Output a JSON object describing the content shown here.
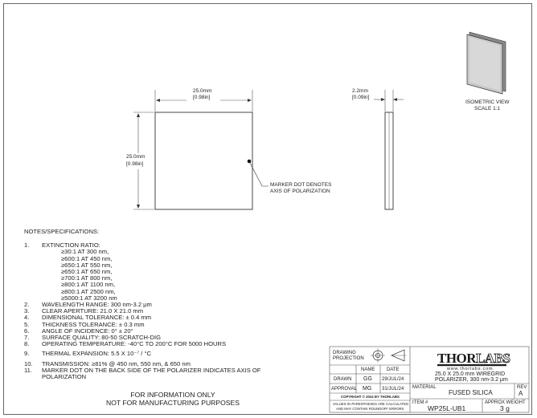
{
  "dimensions": {
    "front_width_mm": "25.0mm",
    "front_width_in": "[0.98in]",
    "front_height_mm": "25.0mm",
    "front_height_in": "[0.98in]",
    "side_thickness_mm": "2.2mm",
    "side_thickness_in": "[0.09in]"
  },
  "callout": {
    "line1": "MARKER DOT DENOTES",
    "line2": "AXIS OF POLARIZATION"
  },
  "isometric": {
    "label1": "ISOMETRIC VIEW",
    "label2": "SCALE 1:1"
  },
  "notes": {
    "header": "NOTES/SPECIFICATIONS:",
    "items": [
      {
        "num": "1.",
        "text": "EXTINCTION RATIO:"
      },
      {
        "num": "2.",
        "text": "WAVELENGTH RANGE: 300 nm-3.2 μm"
      },
      {
        "num": "3.",
        "text": "CLEAR APERTURE: 21.0 X 21.0 mm"
      },
      {
        "num": "4.",
        "text": "DIMENSIONAL TOLERANCE: ± 0.4 mm"
      },
      {
        "num": "5.",
        "text": "THICKNESS TOLERANCE: ± 0.3 mm"
      },
      {
        "num": "6.",
        "text": "ANGLE OF INCIDENCE: 0° ± 20°"
      },
      {
        "num": "7.",
        "text": "SURFACE QUALITY: 80-50 SCRATCH-DIG"
      },
      {
        "num": "8.",
        "text": "OPERATING TEMPERATURE: -40°C TO 200°C FOR 5000 HOURS"
      },
      {
        "num": "9.",
        "text": "THERMAL EXPANSION: 5.5 X 10⁻⁷ / °C"
      },
      {
        "num": "10.",
        "text": "TRANSMISSION: ≥81% @ 450 nm, 550 nm, & 650 nm"
      },
      {
        "num": "11.",
        "text": "MARKER DOT ON THE BACK SIDE OF THE POLARIZER INDICATES AXIS OF POLARIZATION"
      }
    ],
    "extinction": [
      "≥30:1 AT 300 nm,",
      "≥600:1 AT 450 nm,",
      "≥650:1 AT 550 nm,",
      "≥650:1 AT 650 nm,",
      "≥700:1 AT 800 nm,",
      "≥800:1 AT 1100 nm,",
      "≥800:1 AT 2500 nm,",
      "≥5000:1 AT 3200 nm"
    ]
  },
  "footer": {
    "line1": "FOR INFORMATION ONLY",
    "line2": "NOT FOR MANUFACTURING PURPOSES"
  },
  "title_block": {
    "drawing_projection": "DRAWING PROJECTION",
    "name_header": "NAME",
    "date_header": "DATE",
    "drawn_label": "DRAWN",
    "drawn_name": "GG",
    "drawn_date": "29/JUL/24",
    "approval_label": "APPROVAL",
    "approval_name": "MG",
    "approval_date": "31/JUL/24",
    "copyright": "COPYRIGHT © 2024 BY THORLABS",
    "disclaimer1": "VALUES IN PARENTHESES ARE CALCULATED",
    "disclaimer2": "AND MAY CONTAIN ROUNDOFF ERRORS",
    "brand_thor": "THOR",
    "brand_labs": "LABS",
    "website": "www.thorlabs.com",
    "description1": "25.0 X 25.0 mm WIREGRID",
    "description2": "POLARIZER, 300 nm-3.2 μm",
    "material_label": "MATERIAL",
    "material_value": "FUSED SILICA",
    "rev_label": "REV",
    "rev_value": "A",
    "item_label": "ITEM #",
    "item_value": "WP25L-UB1",
    "weight_label": "APPROX WEIGHT",
    "weight_value": "3 g"
  }
}
